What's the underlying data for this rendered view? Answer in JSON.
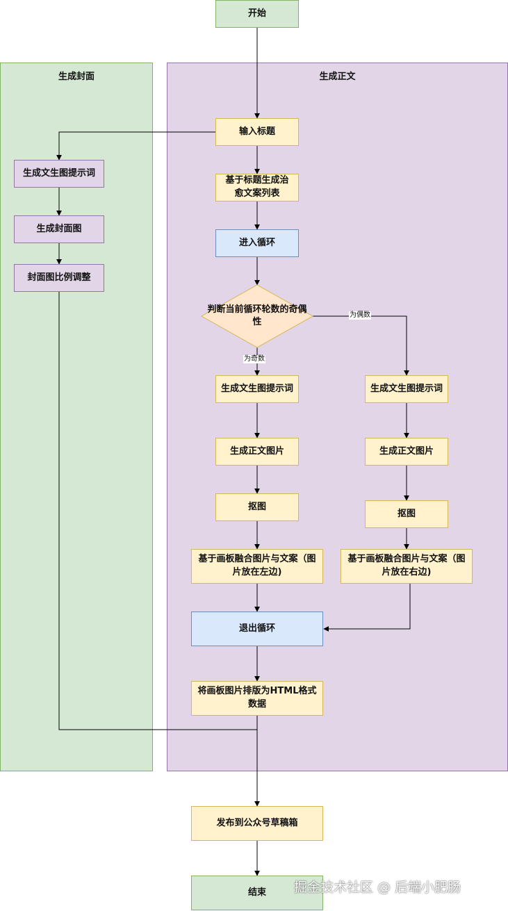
{
  "lanes": {
    "cover": "生成封面",
    "body": "生成正文"
  },
  "nodes": {
    "start": "开始",
    "input_title": "输入标题",
    "cover_prompt": "生成文生图提示词",
    "cover_image": "生成封面图",
    "cover_ratio": "封面图比例调整",
    "gen_copy_list": "基于标题生成治愈文案列表",
    "enter_loop": "进入循环",
    "judge_parity": "判断当前循环轮数的奇偶性",
    "odd_prompt": "生成文生图提示词",
    "odd_image": "生成正文图片",
    "odd_matting": "抠图",
    "odd_merge": "基于画板融合图片与文案（图片放在左边)",
    "even_prompt": "生成文生图提示词",
    "even_image": "生成正文图片",
    "even_matting": "抠图",
    "even_merge": "基于画板融合图片与文案（图片放在右边)",
    "exit_loop": "退出循环",
    "to_html": "将画板图片排版为HTML格式数据",
    "publish": "发布到公众号草稿箱",
    "end": "结束"
  },
  "edge_labels": {
    "odd": "为奇数",
    "even": "为偶数"
  },
  "watermark": "掘金技术社区 @ 后端小肥肠"
}
